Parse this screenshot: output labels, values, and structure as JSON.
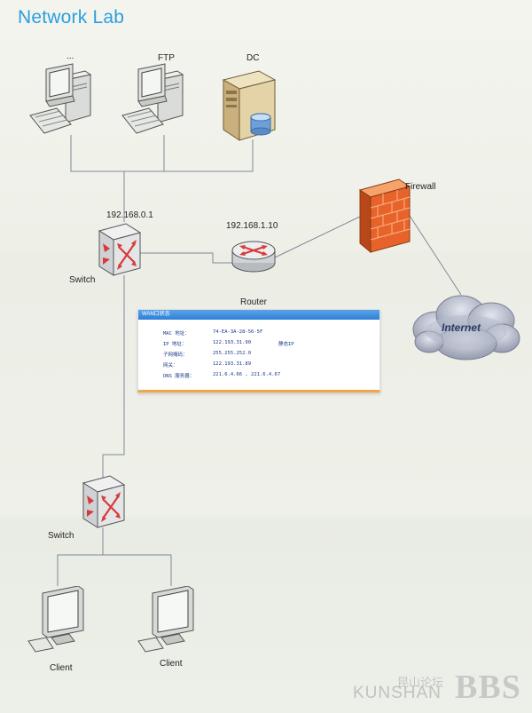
{
  "title": "Network Lab",
  "nodes": {
    "pc1_label": "...",
    "ftp_label": "FTP",
    "dc_label": "DC",
    "switch_top_label": "Switch",
    "switch_top_ip": "192.168.0.1",
    "router_label": "Router",
    "router_ip": "192.168.1.10",
    "firewall_label": "Firewall",
    "internet_label": "Internet",
    "switch_bottom_label": "Switch",
    "client1_label": "Client",
    "client2_label": "Client"
  },
  "status_panel": {
    "header": "WAN口状态",
    "rows": [
      {
        "key": "MAC 地址：",
        "value": "74-EA-3A-28-56-5F",
        "extra": ""
      },
      {
        "key": "IP 地址：",
        "value": "122.193.31.90",
        "extra": "静态IP"
      },
      {
        "key": "子网掩码：",
        "value": "255.255.252.0",
        "extra": ""
      },
      {
        "key": "网关：",
        "value": "122.193.31.89",
        "extra": ""
      },
      {
        "key": "DNS 服务器：",
        "value": "221.6.4.66 , 221.6.4.67",
        "extra": ""
      }
    ]
  },
  "watermark": {
    "brand_latin": "KUNSHAN",
    "brand_cn": "昆山论坛",
    "brand_bbs": "BBS"
  },
  "colors": {
    "title": "#2a9fe0",
    "line": "#7d8a96",
    "firewall": "#e8632a",
    "cloud": "#9aa0b4",
    "switch": "#d83a3a"
  }
}
